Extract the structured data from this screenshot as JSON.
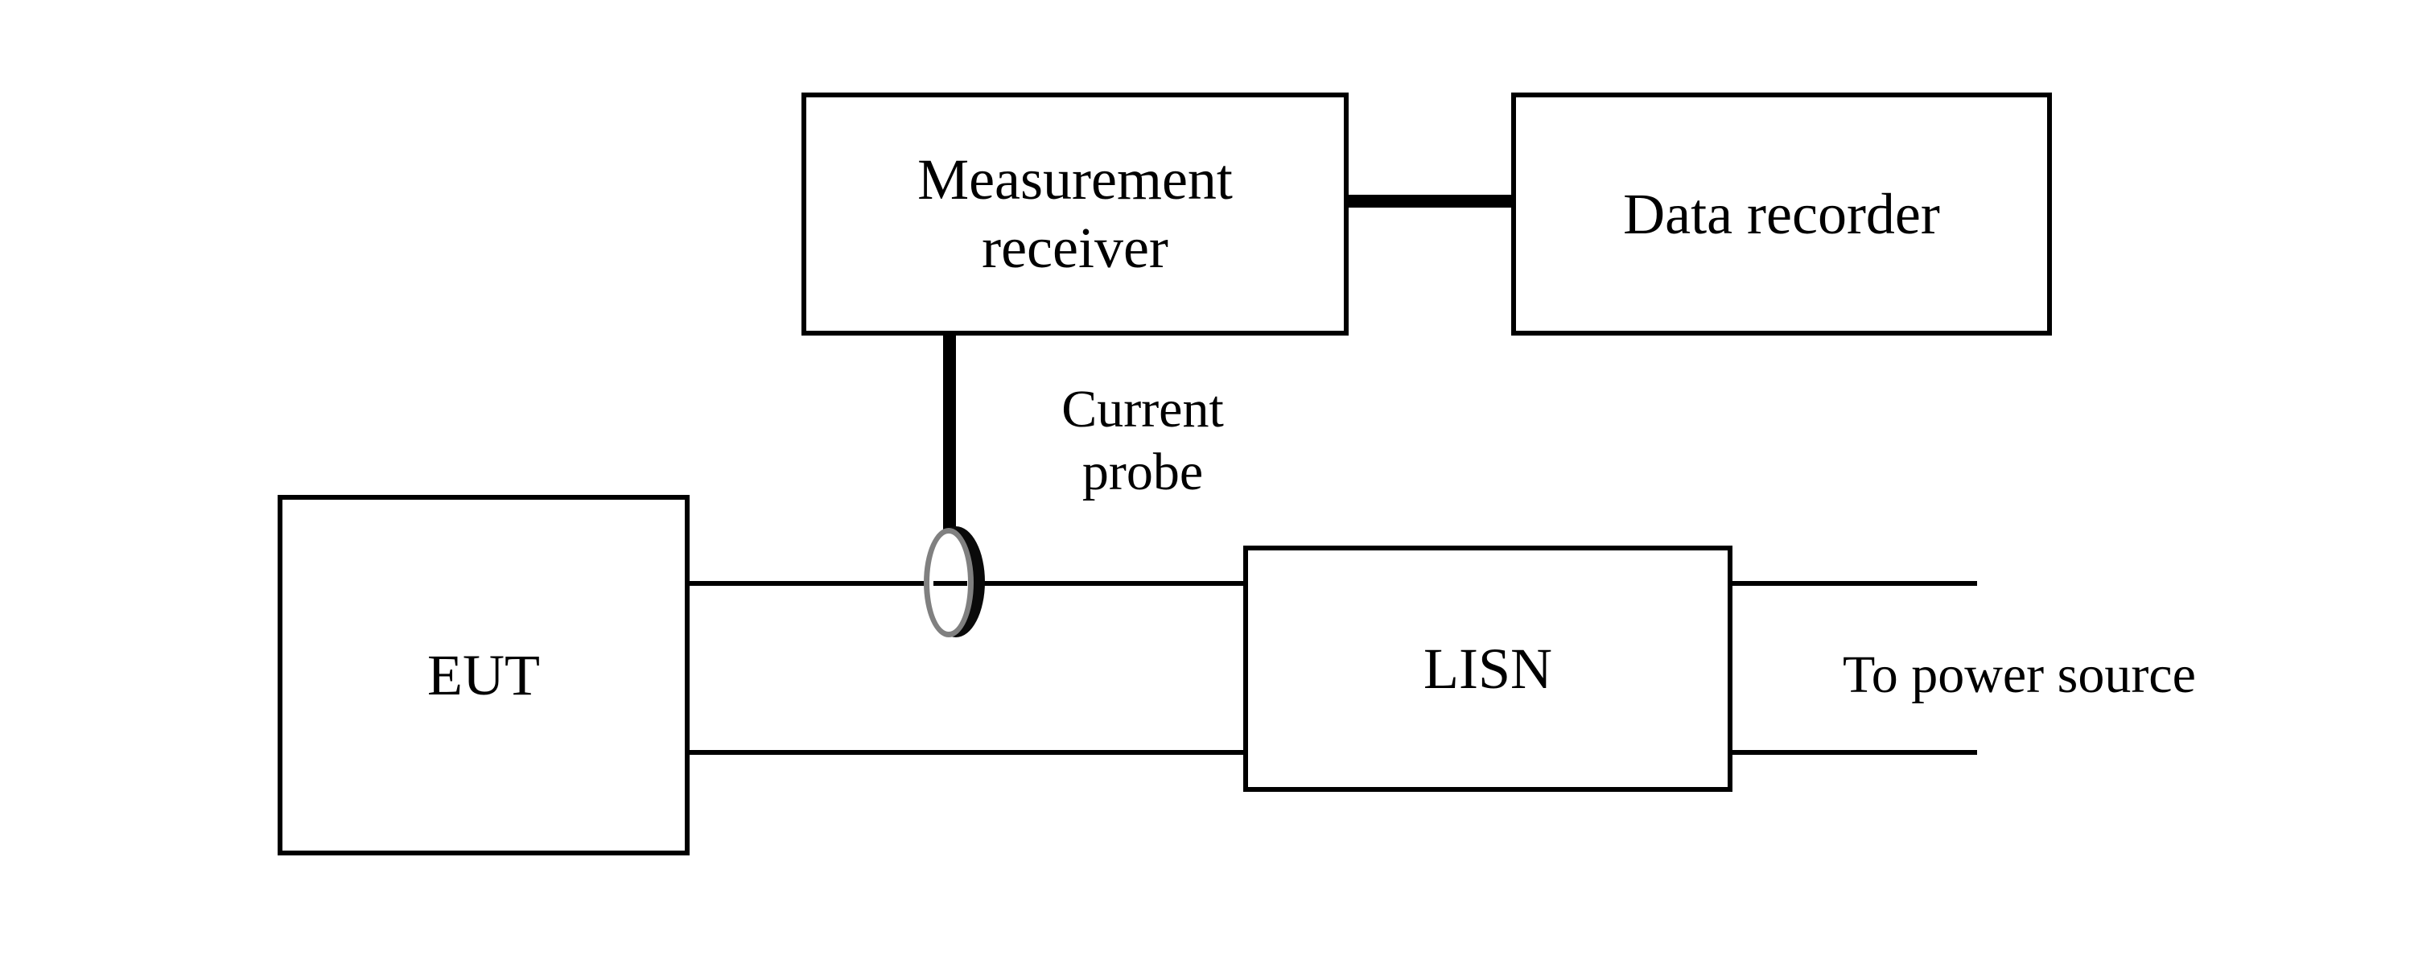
{
  "diagram": {
    "title": "Conducted emission measurement setup using a current probe and LISN",
    "background_color": "#ffffff",
    "line_color": "#000000",
    "probe_rim_color": "#808080",
    "nodes": [
      {
        "id": "measurement-receiver",
        "label": "Measurement\nreceiver"
      },
      {
        "id": "data-recorder",
        "label": "Data recorder"
      },
      {
        "id": "eut",
        "label": "EUT"
      },
      {
        "id": "lisn",
        "label": "LISN"
      }
    ],
    "annotations": [
      {
        "id": "current-probe",
        "label": "Current\nprobe"
      },
      {
        "id": "to-power-source",
        "label": "To power source"
      }
    ],
    "connections": [
      {
        "id": "receiver-recorder-cable",
        "from": "measurement-receiver",
        "to": "data-recorder",
        "style": "thick"
      },
      {
        "id": "receiver-probe-cable",
        "from": "measurement-receiver",
        "to": "current-probe",
        "style": "thick"
      },
      {
        "id": "eut-lisn-wire-top",
        "from": "eut",
        "to": "lisn",
        "style": "thin"
      },
      {
        "id": "eut-lisn-wire-bottom",
        "from": "eut",
        "to": "lisn",
        "style": "thin"
      },
      {
        "id": "lisn-mains-wire-top",
        "from": "lisn",
        "to": "to-power-source",
        "style": "thin"
      },
      {
        "id": "lisn-mains-wire-bottom",
        "from": "lisn",
        "to": "to-power-source",
        "style": "thin"
      }
    ]
  }
}
